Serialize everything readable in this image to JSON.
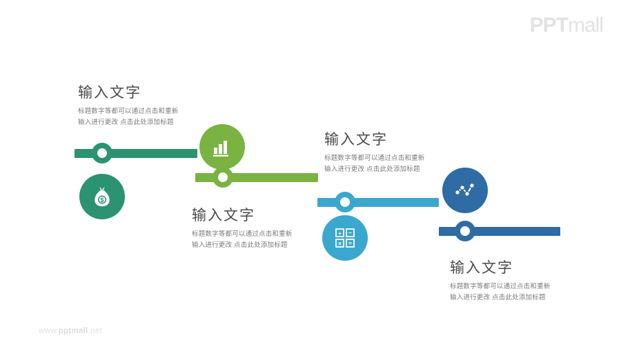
{
  "brand": {
    "logo_prefix": "PPT",
    "logo_suffix": "mall",
    "footer_prefix": "www.",
    "footer_brand": "pptmall",
    "footer_suffix": ".net"
  },
  "palette": {
    "teal": "#2b9272",
    "green": "#7ab341",
    "light_blue": "#3aa7cf",
    "dark_blue": "#2f6ba5",
    "heading": "#4a4a4a",
    "body": "#7b7b7b",
    "logo_gray": "#e2e2e2"
  },
  "steps": [
    {
      "id": "step-1",
      "color": "#2b9272",
      "icon": "money-bag-icon",
      "heading": "输入文字",
      "body_line1": "标题数字等都可以通过点击和重新",
      "body_line2": "输入进行更改 点击此处添加标题"
    },
    {
      "id": "step-2",
      "color": "#7ab341",
      "icon": "bar-chart-icon",
      "heading": "输入文字",
      "body_line1": "标题数字等都可以通过点击和重新",
      "body_line2": "输入进行更改 点击此处添加标题"
    },
    {
      "id": "step-3",
      "color": "#3aa7cf",
      "icon": "calculator-icon",
      "heading": "输入文字",
      "body_line1": "标题数字等都可以通过点击和重新",
      "body_line2": "输入进行更改 点击此处添加标题"
    },
    {
      "id": "step-4",
      "color": "#2f6ba5",
      "icon": "line-chart-icon",
      "heading": "输入文字",
      "body_line1": "标题数字等都可以通过点击和重新",
      "body_line2": "输入进行更改 点击此处添加标题"
    }
  ]
}
